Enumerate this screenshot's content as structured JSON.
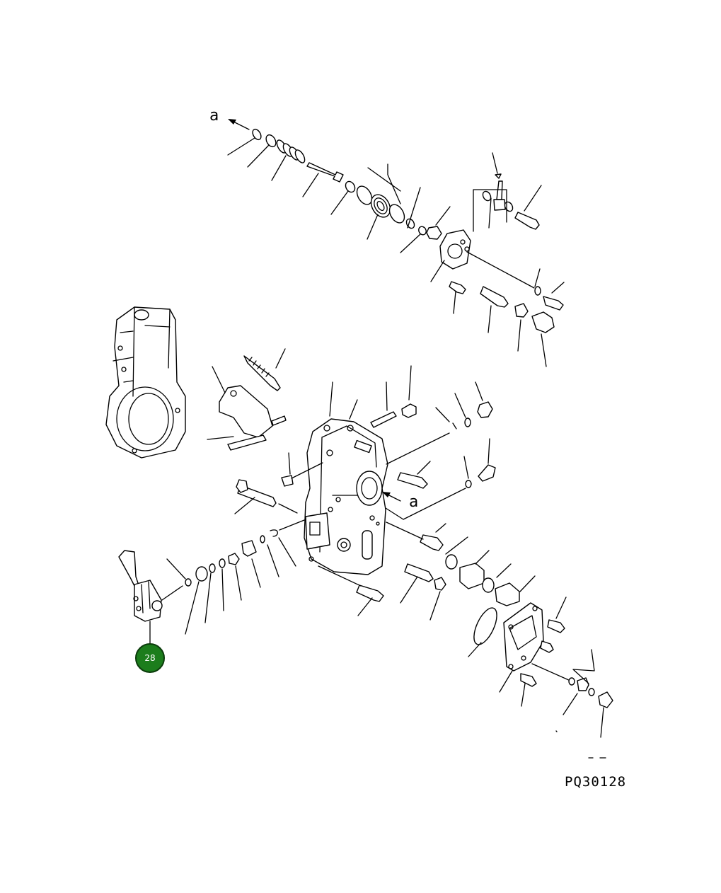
{
  "diagram": {
    "arrow_labels": [
      "a",
      "a"
    ],
    "drawing_number": "PQ30128",
    "callouts": [
      {
        "number": "28",
        "color": "#1c7d1c"
      }
    ]
  }
}
